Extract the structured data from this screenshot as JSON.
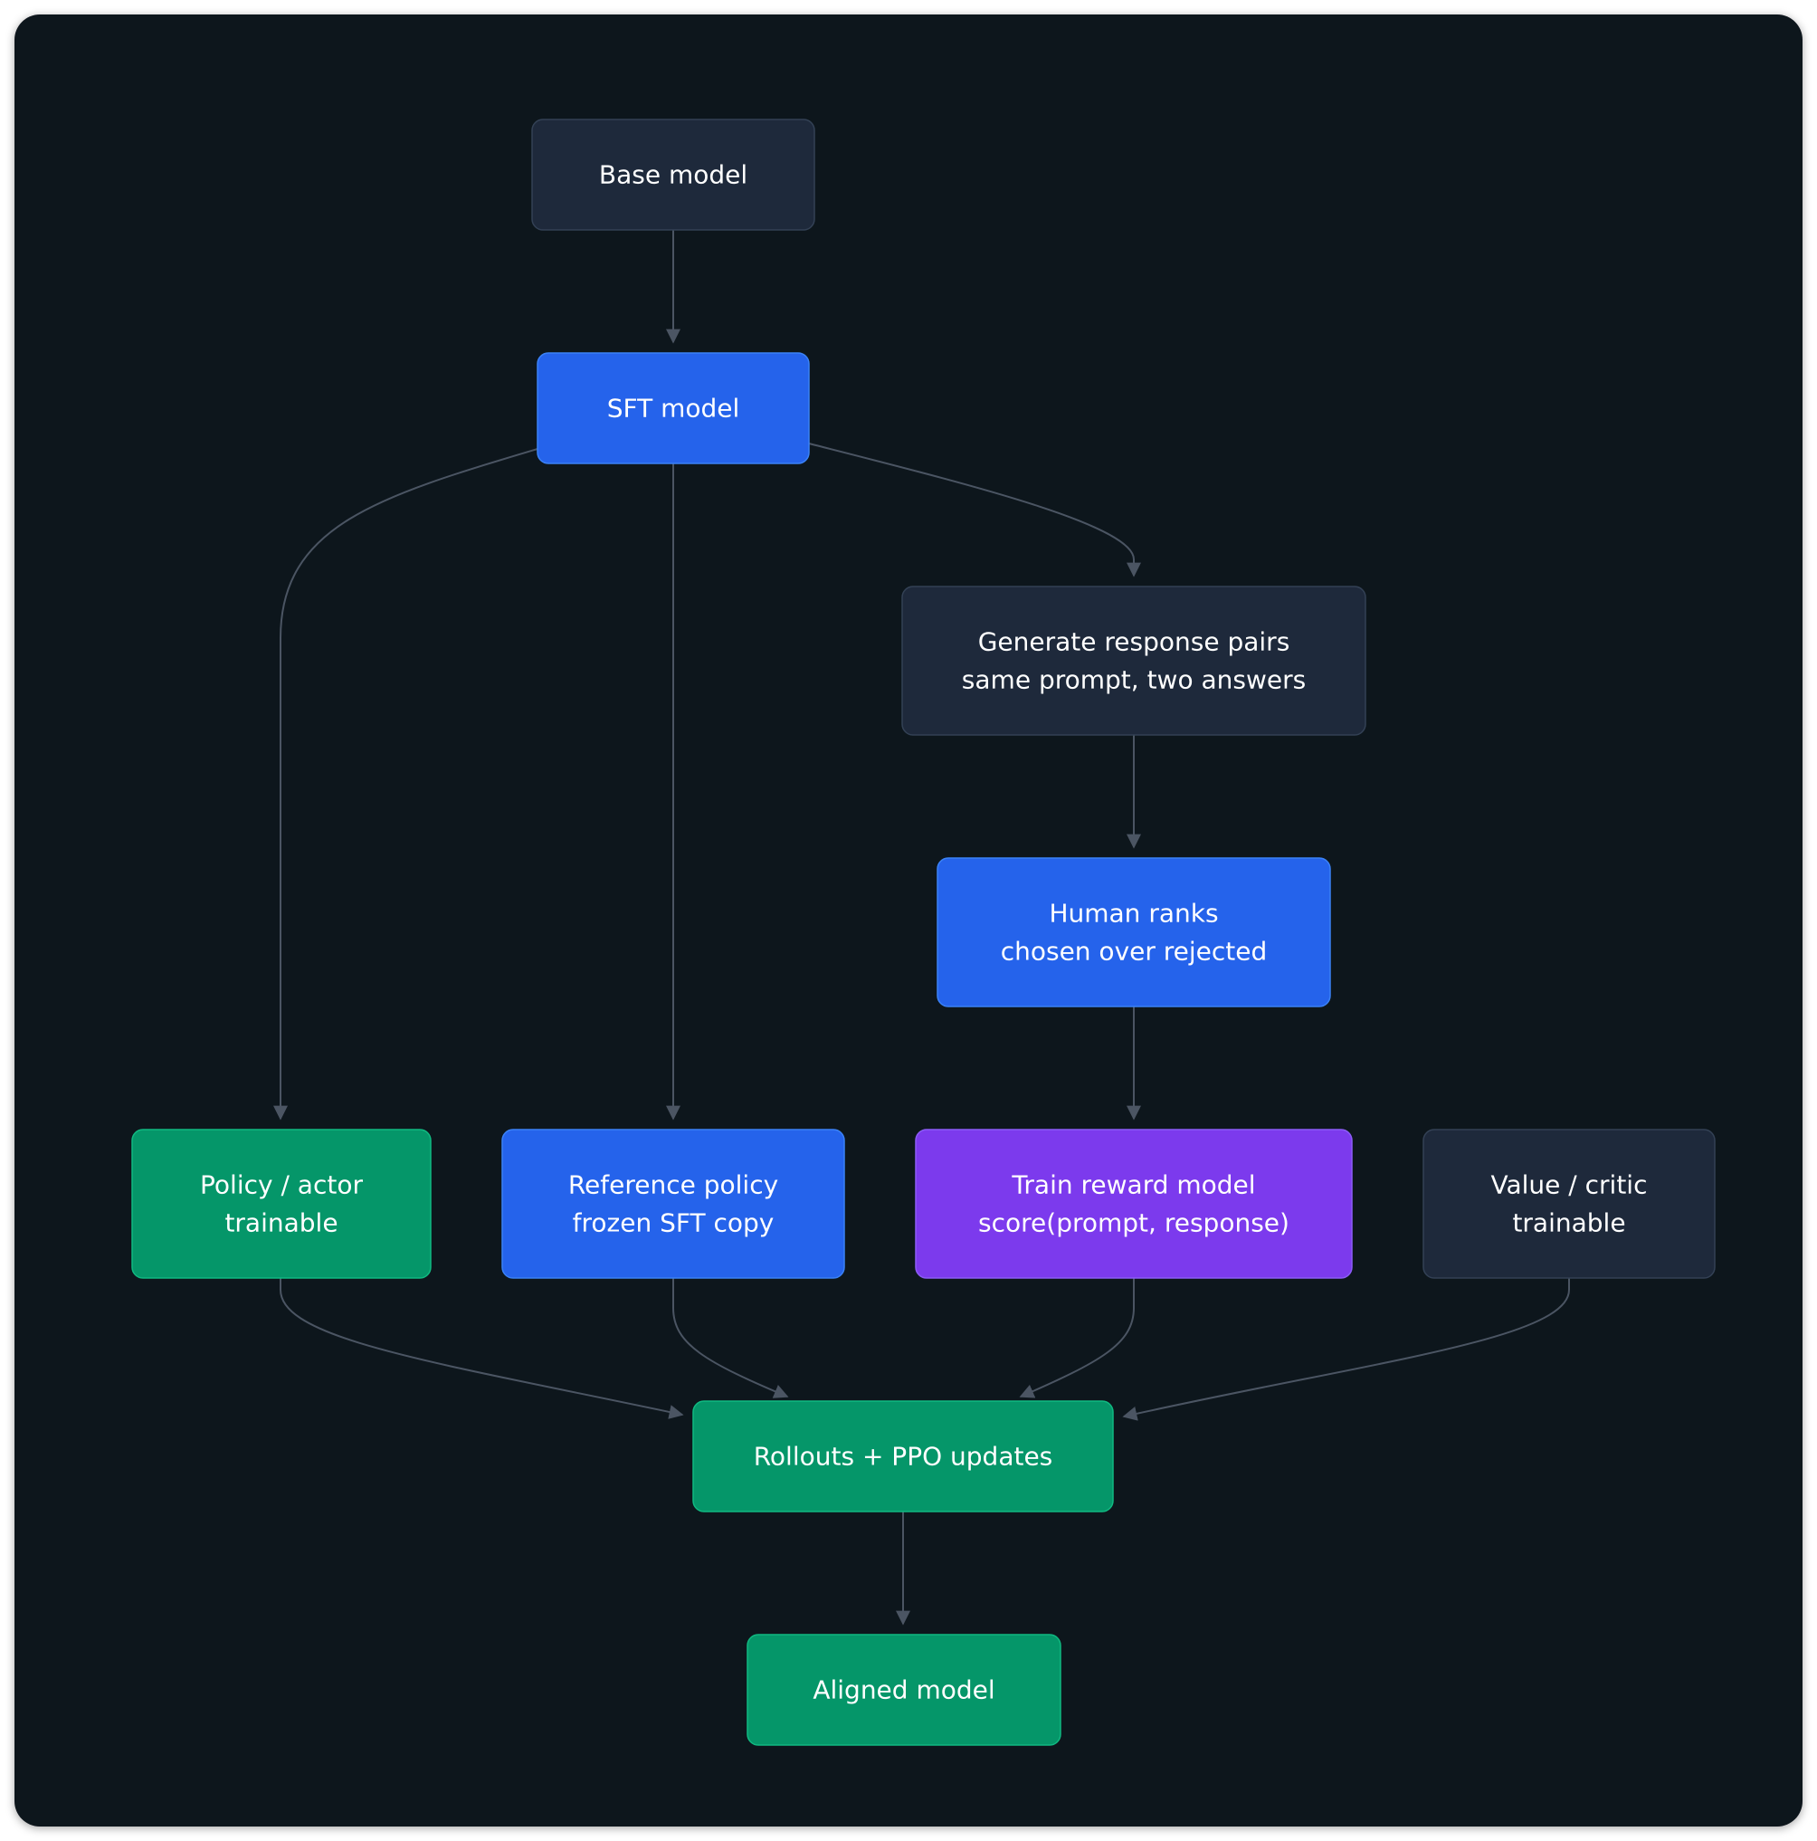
{
  "colors": {
    "background": "#11131d",
    "edge": "#4b5563",
    "dark_node": "#1e293b",
    "blue_node": "#2563eb",
    "green_node": "#059669",
    "purple_node": "#7c3aed",
    "text": "#ffffff"
  },
  "nodes": [
    {
      "id": "base-model",
      "lines": [
        "Base model"
      ],
      "color": "dark"
    },
    {
      "id": "sft-model",
      "lines": [
        "SFT model"
      ],
      "color": "blue"
    },
    {
      "id": "generate-pairs",
      "lines": [
        "Generate response pairs",
        "same prompt, two answers"
      ],
      "color": "dark"
    },
    {
      "id": "human-ranks",
      "lines": [
        "Human ranks",
        "chosen over rejected"
      ],
      "color": "blue"
    },
    {
      "id": "policy-actor",
      "lines": [
        "Policy / actor",
        "trainable"
      ],
      "color": "green"
    },
    {
      "id": "reference-policy",
      "lines": [
        "Reference policy",
        "frozen SFT copy"
      ],
      "color": "blue"
    },
    {
      "id": "reward-model",
      "lines": [
        "Train reward model",
        "score(prompt, response)"
      ],
      "color": "purple"
    },
    {
      "id": "value-critic",
      "lines": [
        "Value / critic",
        "trainable"
      ],
      "color": "dark"
    },
    {
      "id": "rollouts-ppo",
      "lines": [
        "Rollouts + PPO updates"
      ],
      "color": "green"
    },
    {
      "id": "aligned-model",
      "lines": [
        "Aligned model"
      ],
      "color": "green"
    }
  ],
  "edges": [
    {
      "from": "base-model",
      "to": "sft-model"
    },
    {
      "from": "sft-model",
      "to": "policy-actor"
    },
    {
      "from": "sft-model",
      "to": "reference-policy"
    },
    {
      "from": "sft-model",
      "to": "generate-pairs"
    },
    {
      "from": "generate-pairs",
      "to": "human-ranks"
    },
    {
      "from": "human-ranks",
      "to": "reward-model"
    },
    {
      "from": "policy-actor",
      "to": "rollouts-ppo"
    },
    {
      "from": "reference-policy",
      "to": "rollouts-ppo"
    },
    {
      "from": "reward-model",
      "to": "rollouts-ppo"
    },
    {
      "from": "value-critic",
      "to": "rollouts-ppo"
    },
    {
      "from": "rollouts-ppo",
      "to": "aligned-model"
    }
  ]
}
